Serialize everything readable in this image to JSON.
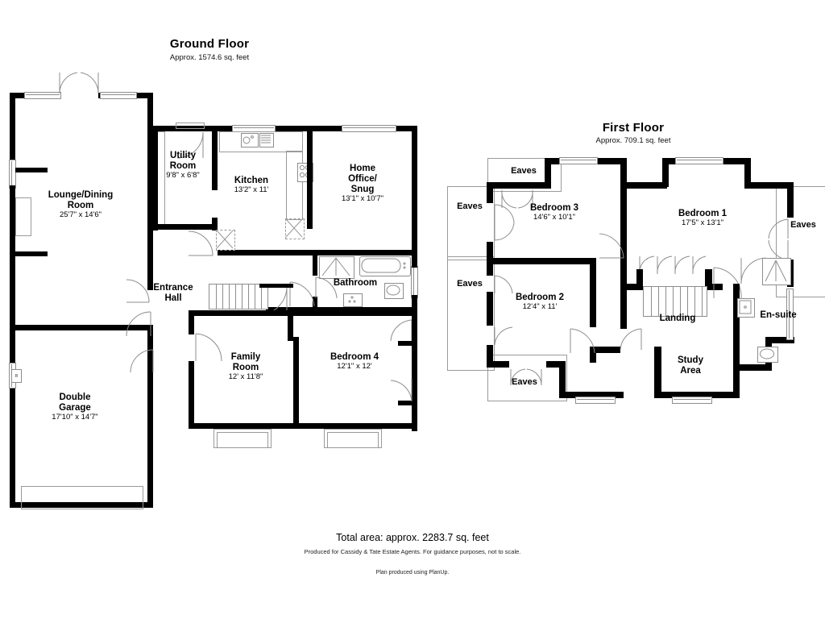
{
  "document": {
    "type": "floor-plan",
    "background": "#ffffff",
    "wall_color": "#000000",
    "line_color": "#8d8d8d"
  },
  "ground_floor": {
    "title": "Ground Floor",
    "area": "Approx. 1574.6 sq. feet",
    "rooms": [
      {
        "name": "Lounge/Dining\nRoom",
        "name_line1": "Lounge/Dining",
        "name_line2": "Room",
        "dim": "25'7\" x 14'6\""
      },
      {
        "name": "Utility Room",
        "name_line1": "Utility",
        "name_line2": "Room",
        "dim": "9'8\" x 6'8\""
      },
      {
        "name": "Kitchen",
        "name_line1": "Kitchen",
        "name_line2": "",
        "dim": "13'2\" x 11'"
      },
      {
        "name": "Home Office/ Snug",
        "name_line1": "Home",
        "name_line2": "Office/",
        "name_line3": "Snug",
        "dim": "13'1\" x 10'7\""
      },
      {
        "name": "Entrance Hall",
        "name_line1": "Entrance",
        "name_line2": "Hall",
        "dim": ""
      },
      {
        "name": "Bathroom",
        "name_line1": "Bathroom",
        "name_line2": "",
        "dim": ""
      },
      {
        "name": "Family Room",
        "name_line1": "Family",
        "name_line2": "Room",
        "dim": "12' x 11'8\""
      },
      {
        "name": "Bedroom 4",
        "name_line1": "Bedroom 4",
        "name_line2": "",
        "dim": "12'1\" x 12'"
      },
      {
        "name": "Double Garage",
        "name_line1": "Double",
        "name_line2": "Garage",
        "dim": "17'10\" x 14'7\""
      }
    ],
    "garage_door_label": "B"
  },
  "first_floor": {
    "title": "First Floor",
    "area": "Approx. 709.1 sq. feet",
    "rooms": [
      {
        "name": "Bedroom 3",
        "name_line1": "Bedroom 3",
        "name_line2": "",
        "dim": "14'6\" x 10'1\""
      },
      {
        "name": "Bedroom 1",
        "name_line1": "Bedroom 1",
        "name_line2": "",
        "dim": "17'5\" x 13'1\""
      },
      {
        "name": "Bedroom 2",
        "name_line1": "Bedroom 2",
        "name_line2": "",
        "dim": "12'4\" x 11'"
      },
      {
        "name": "Landing",
        "name_line1": "Landing",
        "name_line2": "",
        "dim": ""
      },
      {
        "name": "Study Area",
        "name_line1": "Study",
        "name_line2": "Area",
        "dim": ""
      },
      {
        "name": "En-suite",
        "name_line1": "En-suite",
        "name_line2": "",
        "dim": ""
      }
    ],
    "eaves": [
      {
        "label": "Eaves"
      },
      {
        "label": "Eaves"
      },
      {
        "label": "Eaves"
      },
      {
        "label": "Eaves"
      },
      {
        "label": "Eaves"
      }
    ]
  },
  "footer": {
    "total_area": "Total area: approx. 2283.7 sq. feet",
    "disclaimer": "Produced for Cassidy & Tate Estate Agents. For guidance purposes, not to scale.",
    "credit": "Plan produced using PlanUp."
  }
}
